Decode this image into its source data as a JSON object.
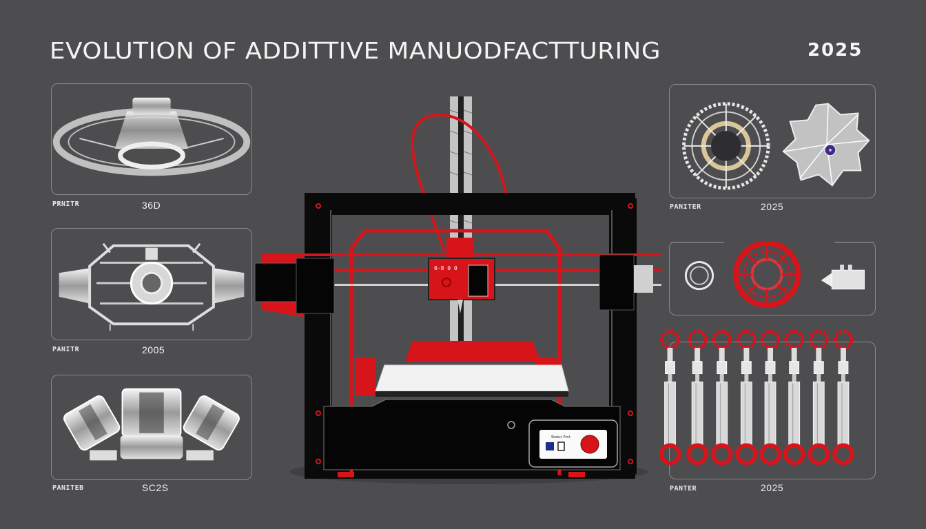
{
  "header": {
    "title": "EVOLUTION OF ADDITTIVE MANUODFACTTURING",
    "year": "2025"
  },
  "left_panels": [
    {
      "label": "PRNITR",
      "year": "36D",
      "subject": "aerospace-ring-component"
    },
    {
      "label": "PANITR",
      "year": "2005",
      "subject": "engine-housing-component"
    },
    {
      "label": "PANITEB",
      "year": "SC2S",
      "subject": "metal-cylinder-parts"
    }
  ],
  "right_panels": [
    {
      "label": "PANITER",
      "year": "2025",
      "subject": "lattice-disc-and-flower-part"
    },
    {
      "label": "",
      "year": "",
      "subject": "red-lattice-wheel-and-nozzle"
    },
    {
      "label": "PANTER",
      "year": "2025",
      "subject": "red-gear-shafts-row"
    }
  ],
  "printer": {
    "head_label": "0-8 0 0",
    "control_panel_text": "Status Prnt",
    "colors": {
      "frame": "#0a0a0a",
      "accent": "#d8141b",
      "bed": "#f2f2f2",
      "rod": "#bcbcbc"
    }
  },
  "colors": {
    "background": "#4d4d50",
    "panel_border": "#8a8a8d",
    "text": "#f4f4f4"
  }
}
